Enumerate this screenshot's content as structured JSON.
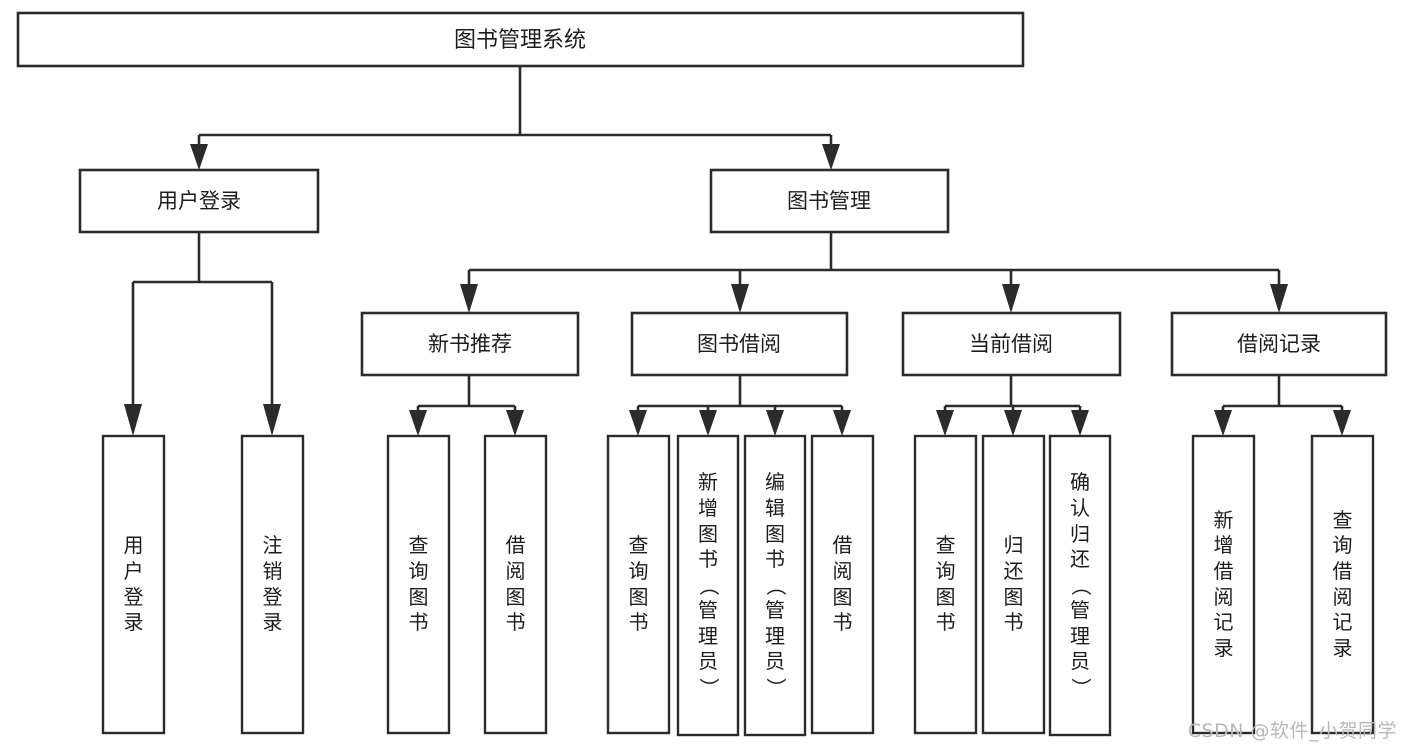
{
  "diagram": {
    "title": "图书管理系统",
    "type": "tree-hierarchy-diagram",
    "watermark": "CSDN @软件_小贺同学",
    "colors": {
      "box_stroke": "#2b2b2b",
      "box_fill": "#ffffff",
      "text": "#1d1d1d",
      "background": "#ffffff",
      "watermark": "#b8b8b8"
    }
  },
  "nodes": {
    "root": {
      "label": "图书管理系统"
    },
    "level2": [
      {
        "label": "用户登录"
      },
      {
        "label": "图书管理"
      }
    ],
    "level3": [
      {
        "label": "新书推荐"
      },
      {
        "label": "图书借阅"
      },
      {
        "label": "当前借阅"
      },
      {
        "label": "借阅记录"
      }
    ],
    "leaves": [
      {
        "label": "用户登录",
        "parent": "用户登录"
      },
      {
        "label": "注销登录",
        "parent": "用户登录"
      },
      {
        "label": "查询图书",
        "parent": "新书推荐"
      },
      {
        "label": "借阅图书",
        "parent": "新书推荐"
      },
      {
        "label": "查询图书",
        "parent": "图书借阅"
      },
      {
        "label": "新增图书（管理员）",
        "parent": "图书借阅"
      },
      {
        "label": "编辑图书（管理员）",
        "parent": "图书借阅"
      },
      {
        "label": "借阅图书",
        "parent": "图书借阅"
      },
      {
        "label": "查询图书",
        "parent": "当前借阅"
      },
      {
        "label": "归还图书",
        "parent": "当前借阅"
      },
      {
        "label": "确认归还（管理员）",
        "parent": "当前借阅"
      },
      {
        "label": "新增借阅记录",
        "parent": "借阅记录"
      },
      {
        "label": "查询借阅记录",
        "parent": "借阅记录"
      }
    ]
  }
}
